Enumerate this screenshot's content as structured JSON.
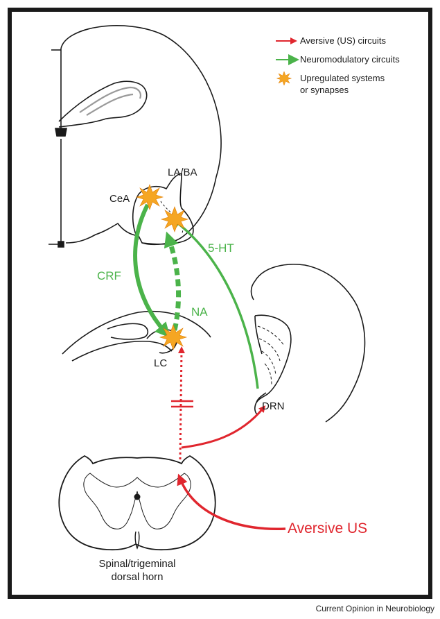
{
  "legend": {
    "aversive_label": "Aversive (US) circuits",
    "neuromod_label": "Neuromodulatory circuits",
    "upregulated_label_line1": "Upregulated systems",
    "upregulated_label_line2": "or synapses"
  },
  "labels": {
    "la_ba": "LA/BA",
    "cea": "CeA",
    "five_ht": "5-HT",
    "crf": "CRF",
    "na": "NA",
    "lc": "LC",
    "drn": "DRN",
    "aversive_us": "Aversive US",
    "dorsal_horn_line1": "Spinal/trigeminal",
    "dorsal_horn_line2": "dorsal horn"
  },
  "credit": "Current Opinion in Neurobiology",
  "colors": {
    "aversive": "#e0262e",
    "neuromodulatory": "#4bb34a",
    "burst_fill": "#f5a623",
    "outline": "#1a1a1a"
  }
}
